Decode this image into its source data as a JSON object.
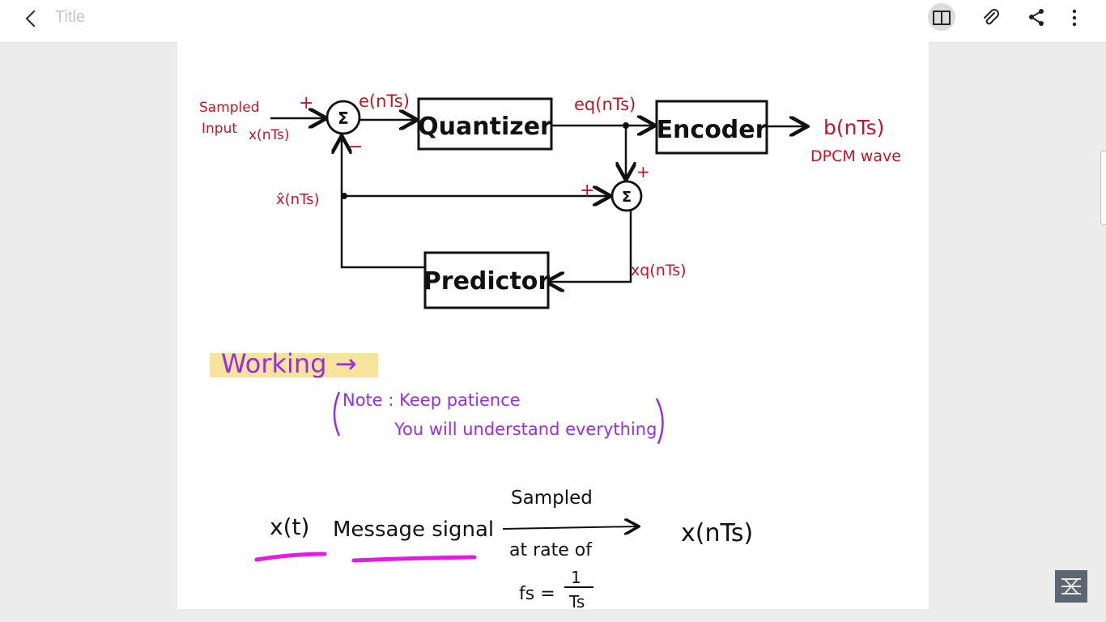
{
  "topbar": {
    "title": "Title",
    "icons": [
      "back-arrow-icon",
      "book-icon",
      "paperclip-icon",
      "share-icon",
      "more-vertical-icon"
    ]
  },
  "diagram": {
    "sampled_input_line1": "Sampled",
    "sampled_input_line2": "Input",
    "input_signal": "x(nTs)",
    "plus_top": "+",
    "minus": "−",
    "sigma": "Σ",
    "error_signal": "e(nTs)",
    "quantizer": "Quantizer",
    "quantized_error": "eq(nTs)",
    "encoder": "Encoder",
    "output_signal": "b(nTs)",
    "output_label": "DPCM wave",
    "plus_right": "+",
    "plus_left": "+",
    "predicted_signal": "x̂(nTs)",
    "quantized_signal": "xq(nTs)",
    "predictor": "Predictor"
  },
  "notes": {
    "working": "Working →",
    "note_line1": "Note : Keep patience",
    "note_line2": "You will understand everything",
    "message_symbol": "x(t)",
    "message_label": "Message signal",
    "arrow_top": "Sampled",
    "arrow_bottom": "at rate of",
    "fs_lhs": "fs =",
    "fs_num": "1",
    "fs_den": "Ts",
    "result": "x(nTs)"
  },
  "colors": {
    "red": "#cc1126",
    "purple": "#9b2de0",
    "highlight": "#f6e49c",
    "underline": "#e21ce0",
    "ink": "#111111"
  }
}
